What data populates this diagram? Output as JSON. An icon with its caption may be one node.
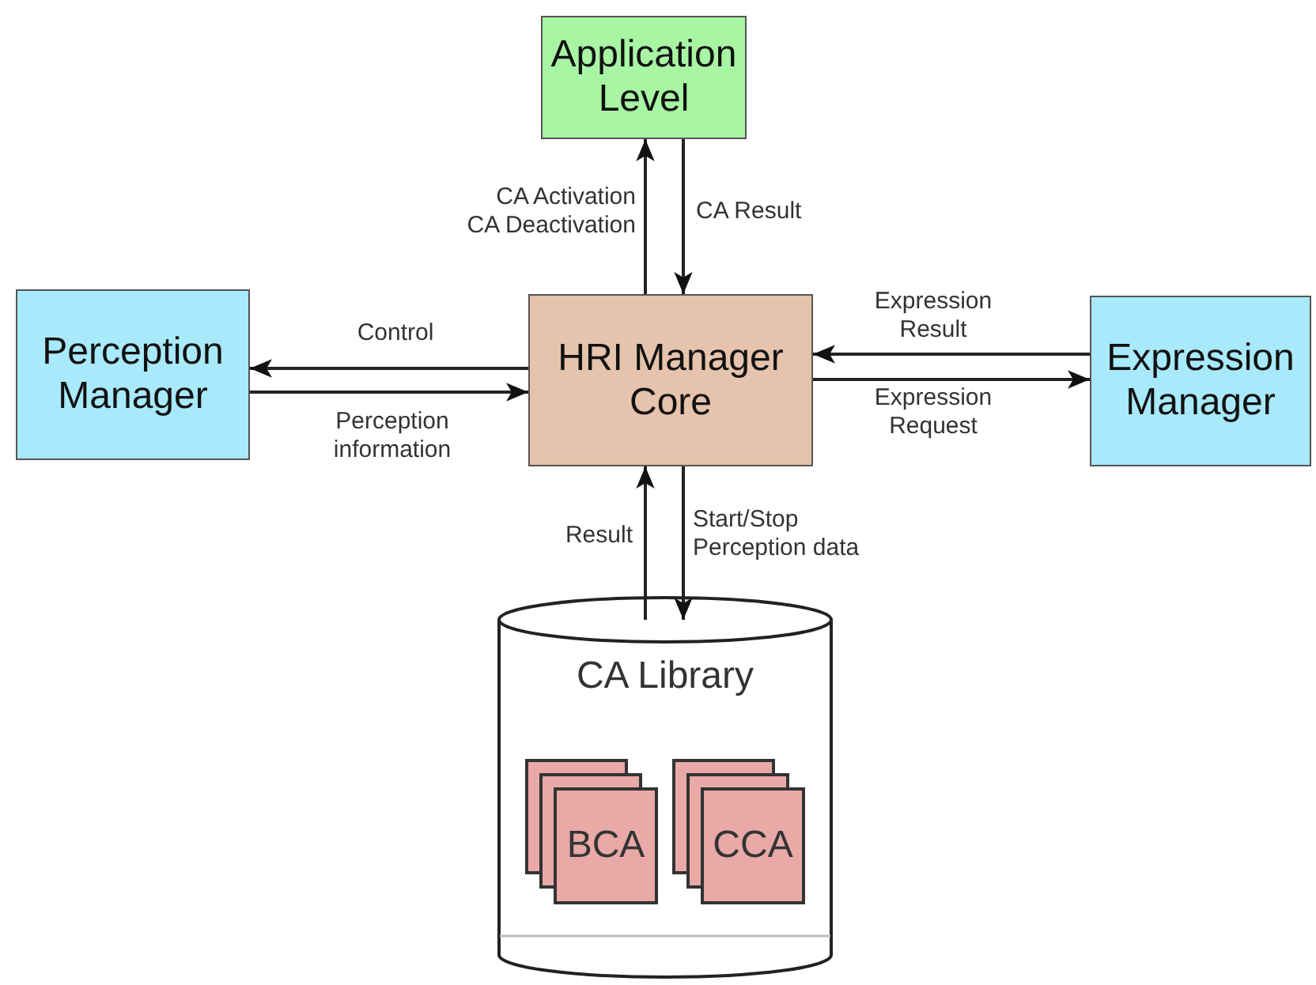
{
  "diagram": {
    "nodes": [
      {
        "text": [
          "Application Level"
        ]
      },
      {
        "text": [
          "Perception Manager"
        ]
      },
      {
        "text": [
          "HRI Manager Core"
        ]
      },
      {
        "text": [
          "Expression Manager"
        ]
      },
      {
        "text": [
          "CA Library"
        ]
      },
      {
        "text": [
          "BCA"
        ],
        "in": 4
      },
      {
        "text": [
          "CCA"
        ],
        "in": 4
      }
    ],
    "edges": [
      {
        "from": 2,
        "to": 0,
        "arrow": "to",
        "label": "CA Activation CA Deactivation"
      },
      {
        "from": 0,
        "to": 2,
        "arrow": "to",
        "label": "CA Result"
      },
      {
        "from": 2,
        "to": 1,
        "arrow": "to",
        "label": "Control"
      },
      {
        "from": 1,
        "to": 2,
        "arrow": "to",
        "label": "Perception information"
      },
      {
        "from": 3,
        "to": 2,
        "arrow": "to",
        "label": "Expression Result"
      },
      {
        "from": 2,
        "to": 3,
        "arrow": "to",
        "label": "Expression Request"
      },
      {
        "from": 4,
        "to": 2,
        "arrow": "to",
        "label": "Result"
      },
      {
        "from": 2,
        "to": 4,
        "arrow": "to",
        "label": "Start/Stop Perception data"
      }
    ]
  }
}
